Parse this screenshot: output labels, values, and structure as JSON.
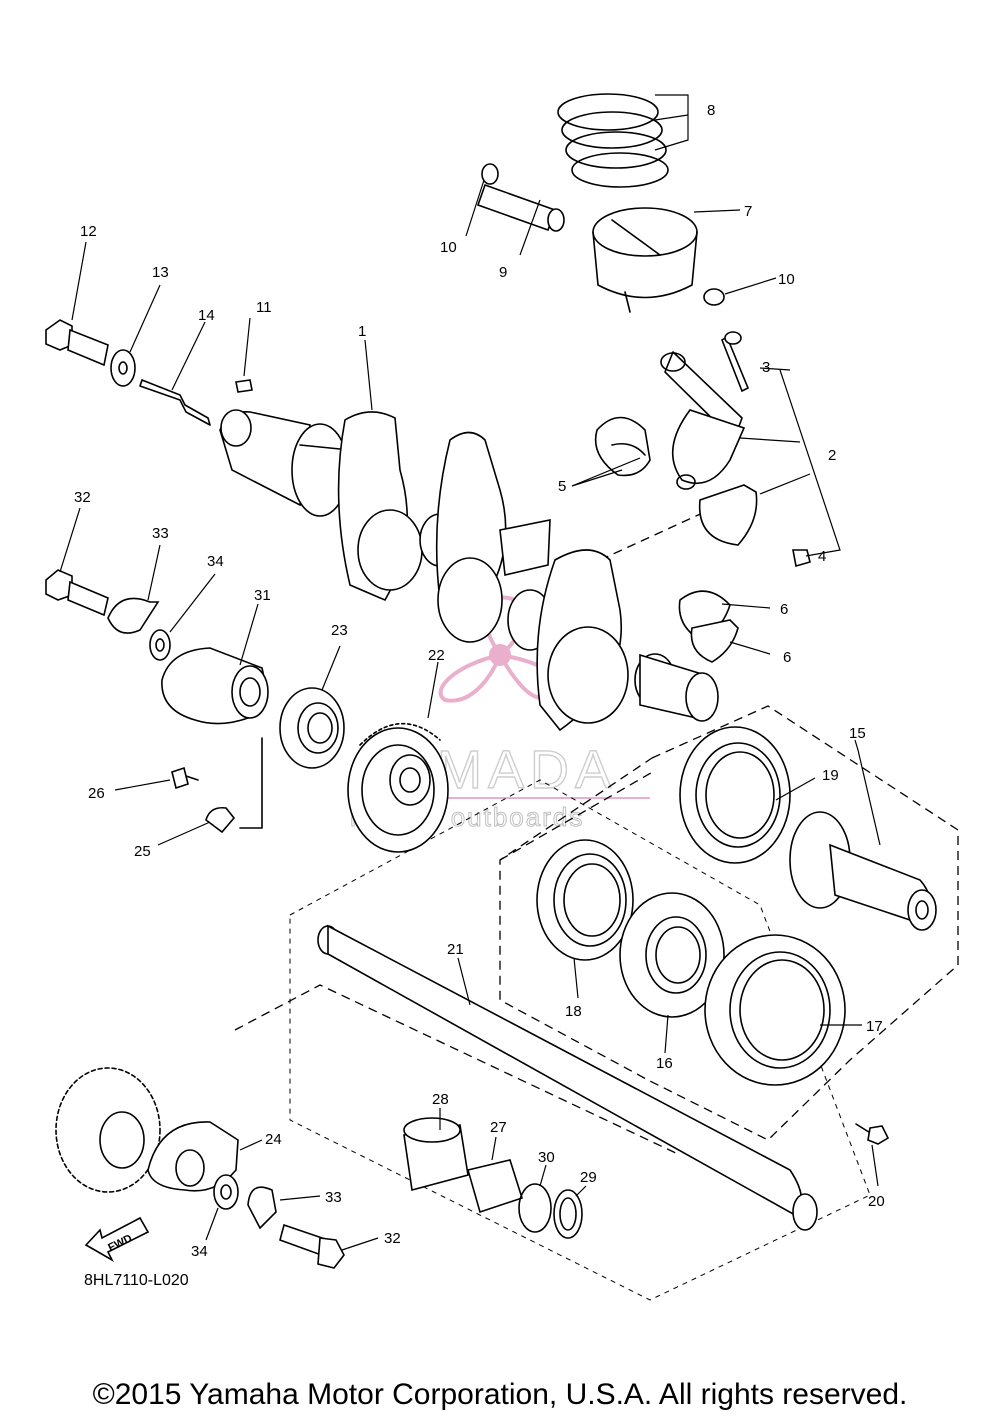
{
  "watermark": {
    "brand": "ARMADA",
    "tagline": "marine outboards",
    "brand_color": "#e8a7c8",
    "tagline_color": "#9a9a9a"
  },
  "diagram_code": "8HL7110-L020",
  "fwd_label": "FWD",
  "copyright": "©2015 Yamaha Motor Corporation, U.S.A. All rights reserved.",
  "labels": [
    "1",
    "2",
    "3",
    "4",
    "5",
    "6",
    "6",
    "7",
    "8",
    "9",
    "10",
    "10",
    "11",
    "12",
    "13",
    "14",
    "15",
    "16",
    "17",
    "18",
    "19",
    "20",
    "21",
    "22",
    "23",
    "24",
    "25",
    "26",
    "27",
    "28",
    "29",
    "30",
    "31",
    "32",
    "32",
    "33",
    "33",
    "34",
    "34"
  ]
}
